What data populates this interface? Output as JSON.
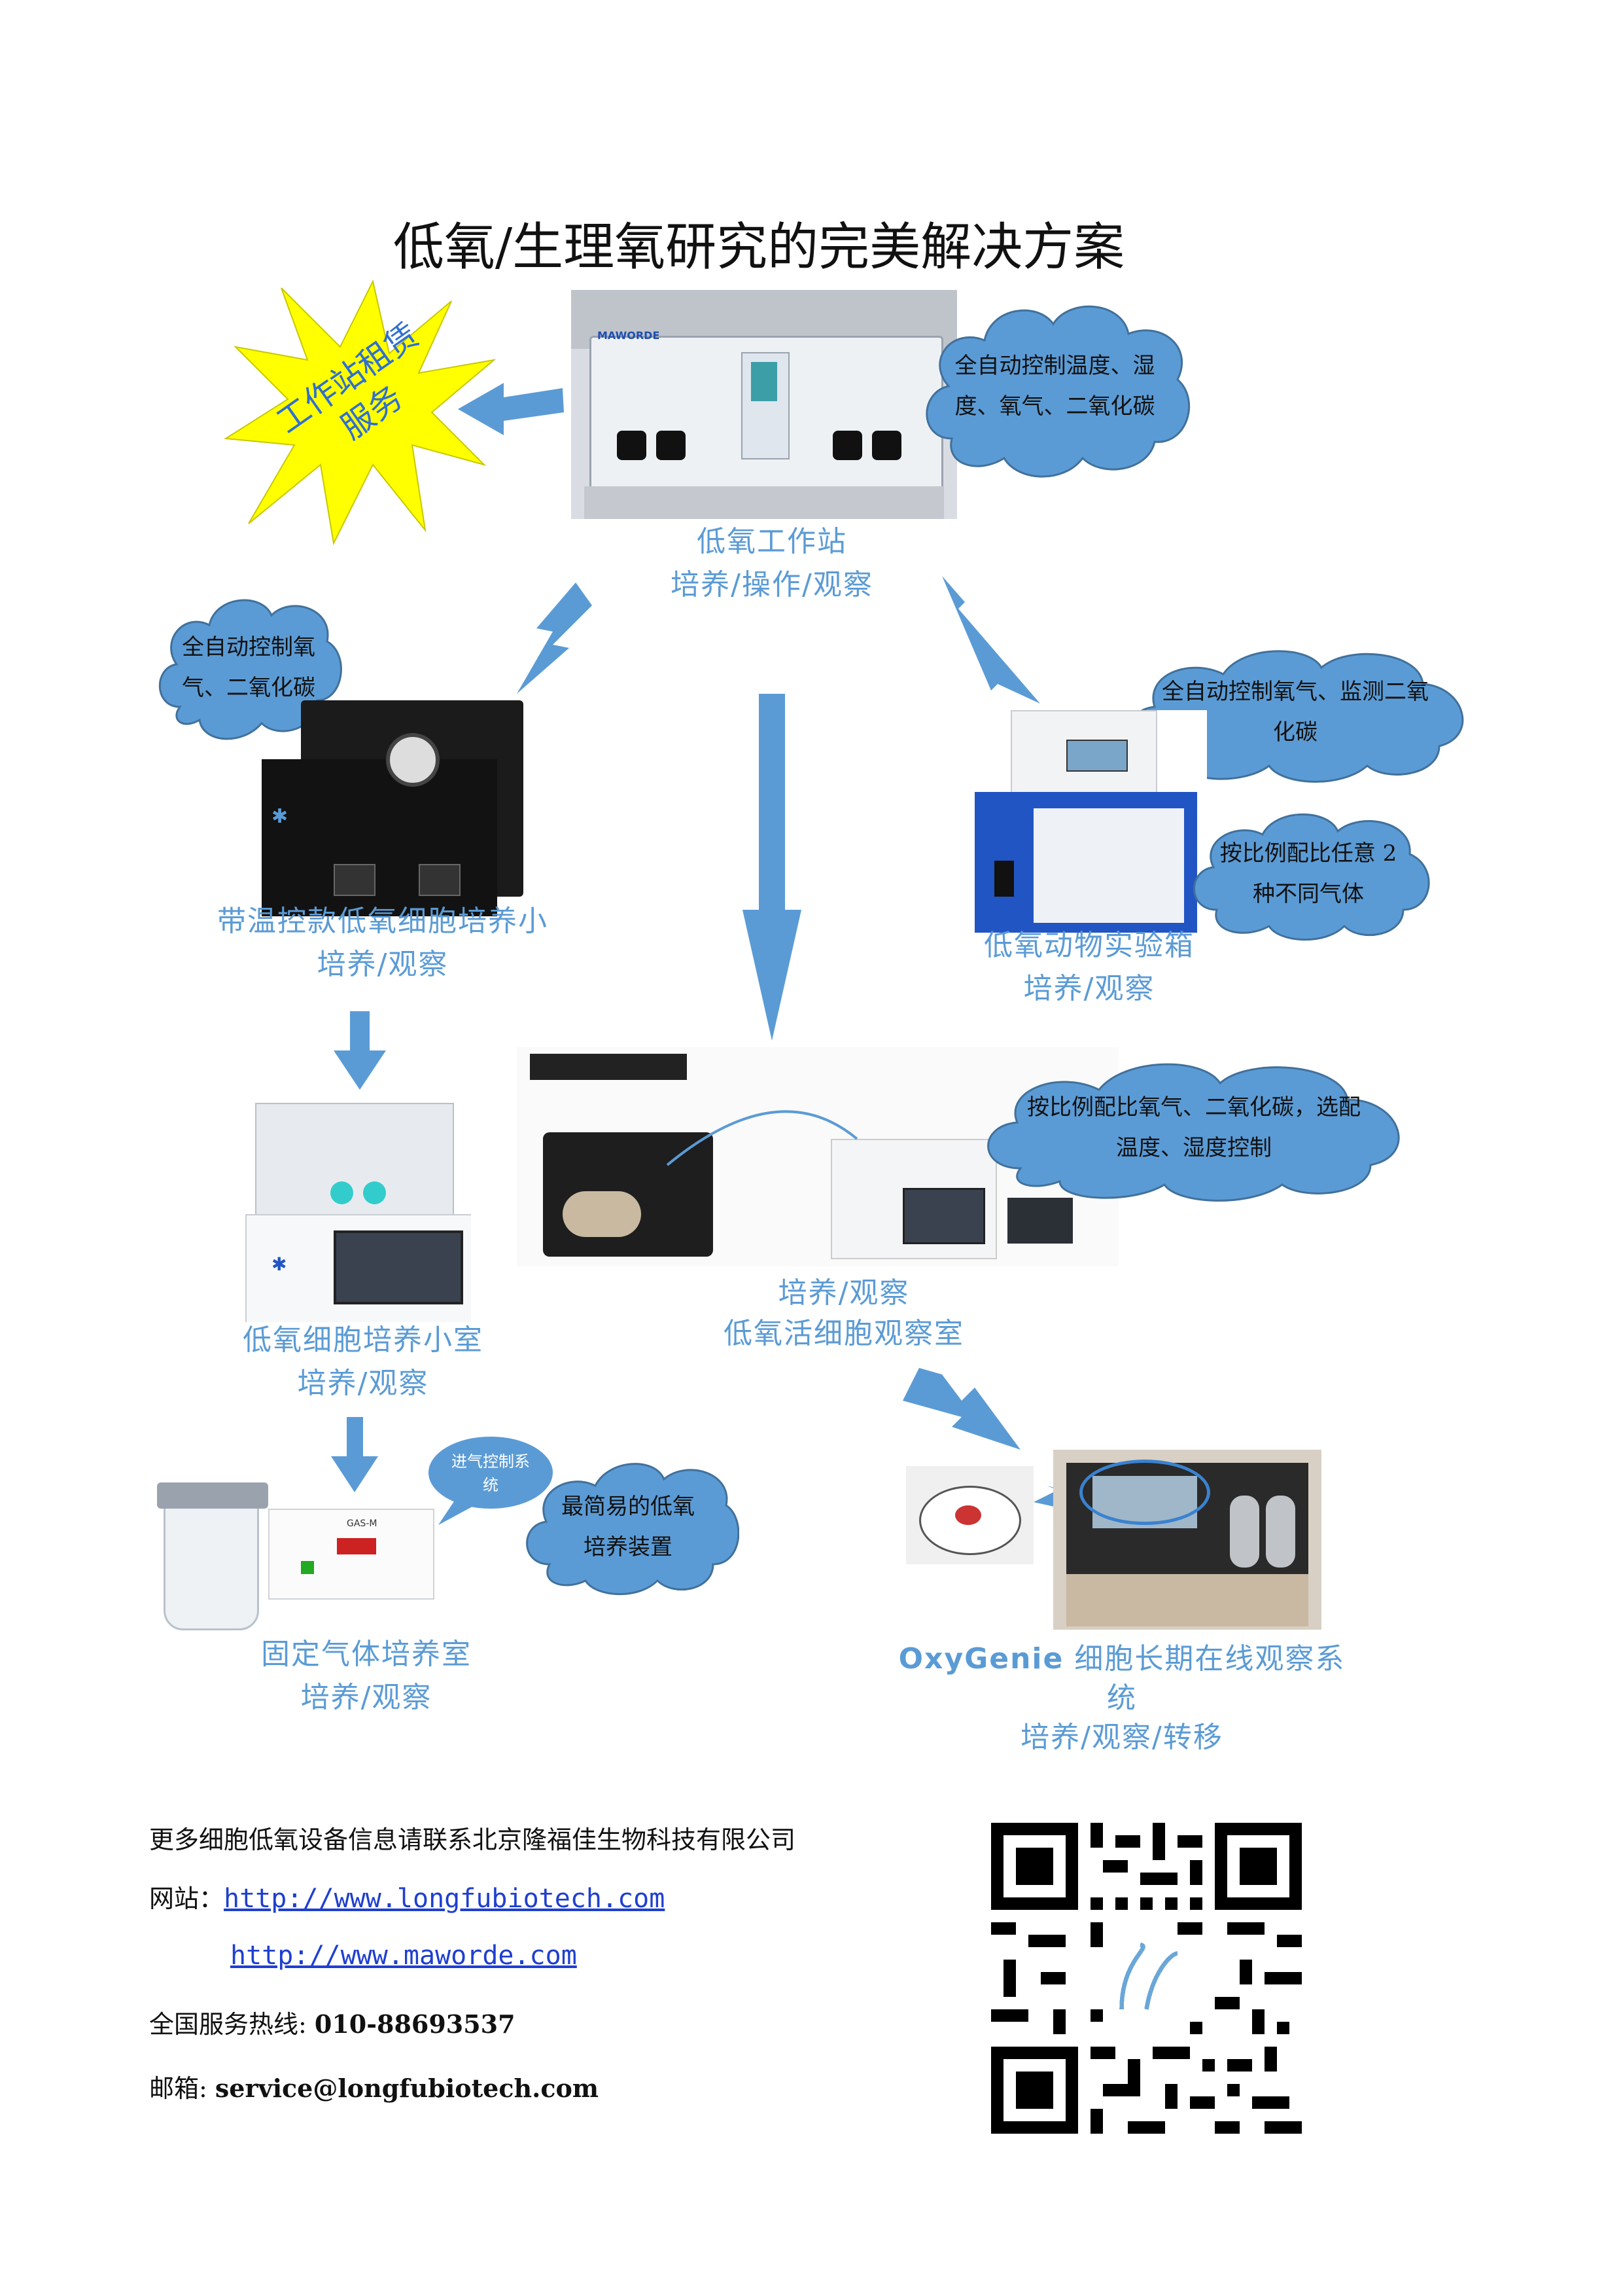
{
  "title": "低氧/生理氧研究的完美解决方案",
  "burst": {
    "line1": "工作站租赁",
    "line2": "服务"
  },
  "clouds": {
    "workstation": "全自动控制温度、湿度、氧气、二氧化碳",
    "incubator": "全自动控制氧气、二氧化碳",
    "animal": "全自动控制氧气、监测二氧化碳",
    "gasmix": "按比例配比任意 2 种不同气体",
    "livecell": "按比例配比氧气、二氧化碳，选配温度、湿度控制",
    "simple": "最简易的低氧培养装置",
    "gasctrl": "进气控制系统"
  },
  "devices": {
    "workstation": {
      "name": "低氧工作站",
      "use": "培养/操作/观察",
      "brand": "MAWORDE"
    },
    "incubator": {
      "name": "带温控款低氧细胞培养小",
      "use": "培养/观察"
    },
    "animal": {
      "name": "低氧动物实验箱",
      "use": "培养/观察"
    },
    "chamber": {
      "name": "低氧细胞培养小室",
      "use": "培养/观察"
    },
    "livecell": {
      "use": "培养/观察",
      "name": "低氧活细胞观察室"
    },
    "fixedgas": {
      "name": "固定气体培养室",
      "use": "培养/观察",
      "panel": "GAS-M"
    },
    "oxygenie": {
      "brand": "OxyGenie",
      "name": "细胞长期在线观察系统",
      "use": "培养/观察/转移"
    }
  },
  "footer": {
    "intro": "更多细胞低氧设备信息请联系北京隆福佳生物科技有限公司",
    "website_label": "网站：",
    "url1": "http://www.longfubiotech.com",
    "url2": "http://www.maworde.com",
    "hotline_label": "全国服务热线:",
    "hotline": "010-88693537",
    "email_label": "邮箱:",
    "email": "service@longfubiotech.com"
  },
  "colors": {
    "accent": "#5b9bd5",
    "cloud": "#5b9bd5",
    "burst": "#ffff00"
  }
}
